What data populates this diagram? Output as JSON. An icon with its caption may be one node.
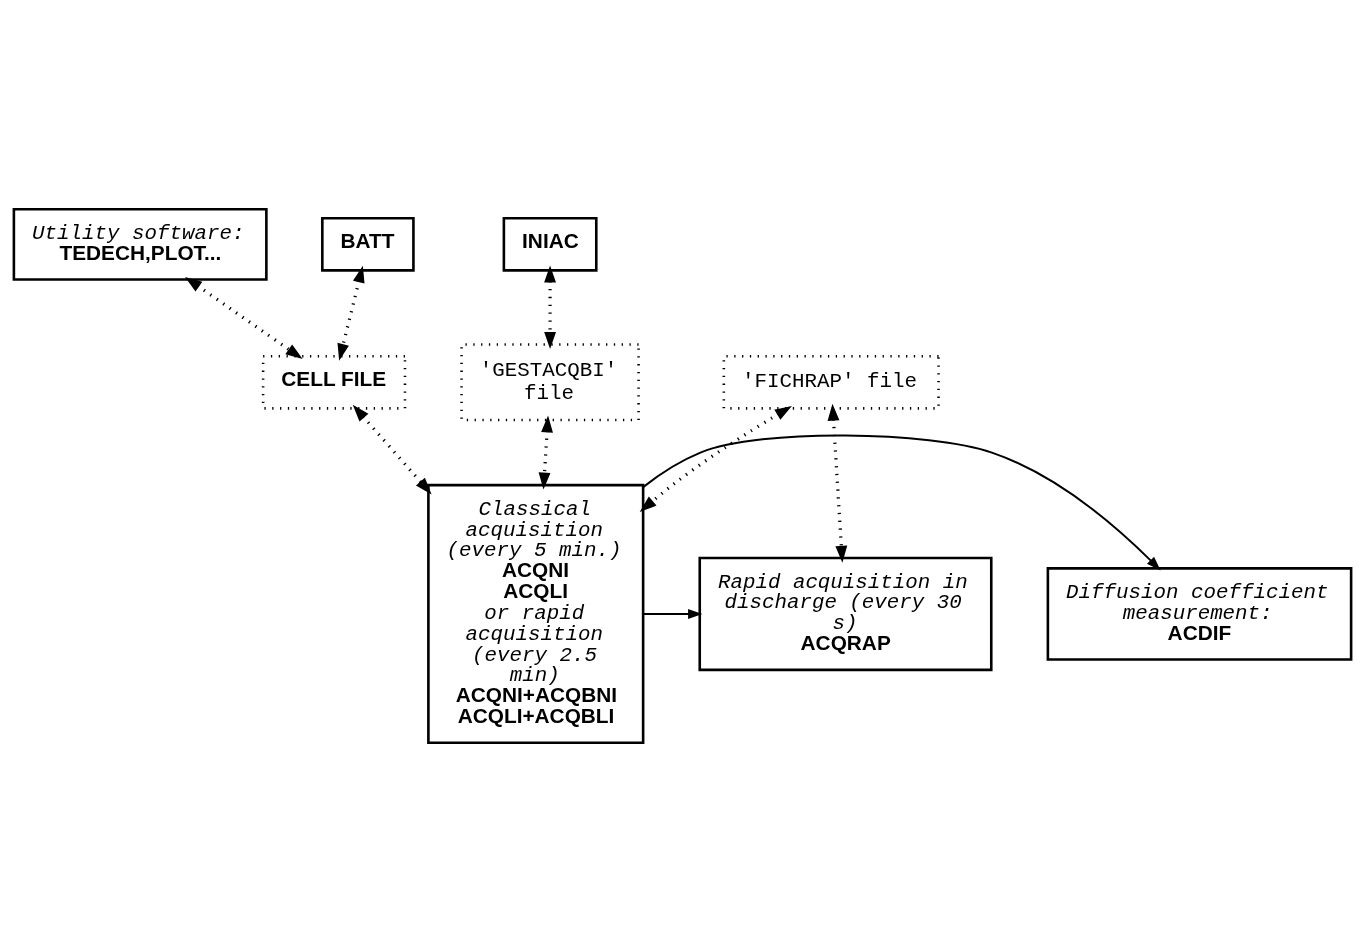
{
  "diagram": {
    "nodes": [
      {
        "text": [
          "Utility software:",
          "TEDECH,PLOT..."
        ]
      },
      {
        "text": [
          "BATT"
        ]
      },
      {
        "text": [
          "INIAC"
        ]
      },
      {
        "text": [
          "CELL FILE"
        ]
      },
      {
        "text": [
          "'GESTACQBI' file"
        ]
      },
      {
        "text": [
          "'FICHRAP' file"
        ]
      },
      {
        "text": [
          "Diffusion coefficient measurement:",
          "ACDIF"
        ]
      },
      {
        "text": [
          "Classical acquisition (every 5 min.)",
          "ACQNI",
          "ACQLI",
          "or rapid acquisition (every 2.5 min)",
          "ACQNI+ACQBNI",
          "ACQLI+ACQBLI"
        ]
      },
      {
        "text": [
          "Rapid acquisition in discharge (every 30 s)",
          "ACQRAP"
        ]
      }
    ],
    "edges": [
      {
        "from": 0,
        "to": 3,
        "arrow": "both",
        "style": "dashed"
      },
      {
        "from": 1,
        "to": 3,
        "arrow": "both",
        "style": "dashed"
      },
      {
        "from": 2,
        "to": 4,
        "arrow": "both",
        "style": "dashed"
      },
      {
        "from": 3,
        "to": 7,
        "arrow": "both",
        "style": "dashed"
      },
      {
        "from": 4,
        "to": 7,
        "arrow": "both",
        "style": "dashed"
      },
      {
        "from": 5,
        "to": 7,
        "arrow": "both",
        "style": "dashed"
      },
      {
        "from": 5,
        "to": 8,
        "arrow": "both",
        "style": "dashed"
      },
      {
        "from": 7,
        "to": 6,
        "arrow": "to"
      },
      {
        "from": 7,
        "to": 8,
        "arrow": "to"
      }
    ]
  }
}
